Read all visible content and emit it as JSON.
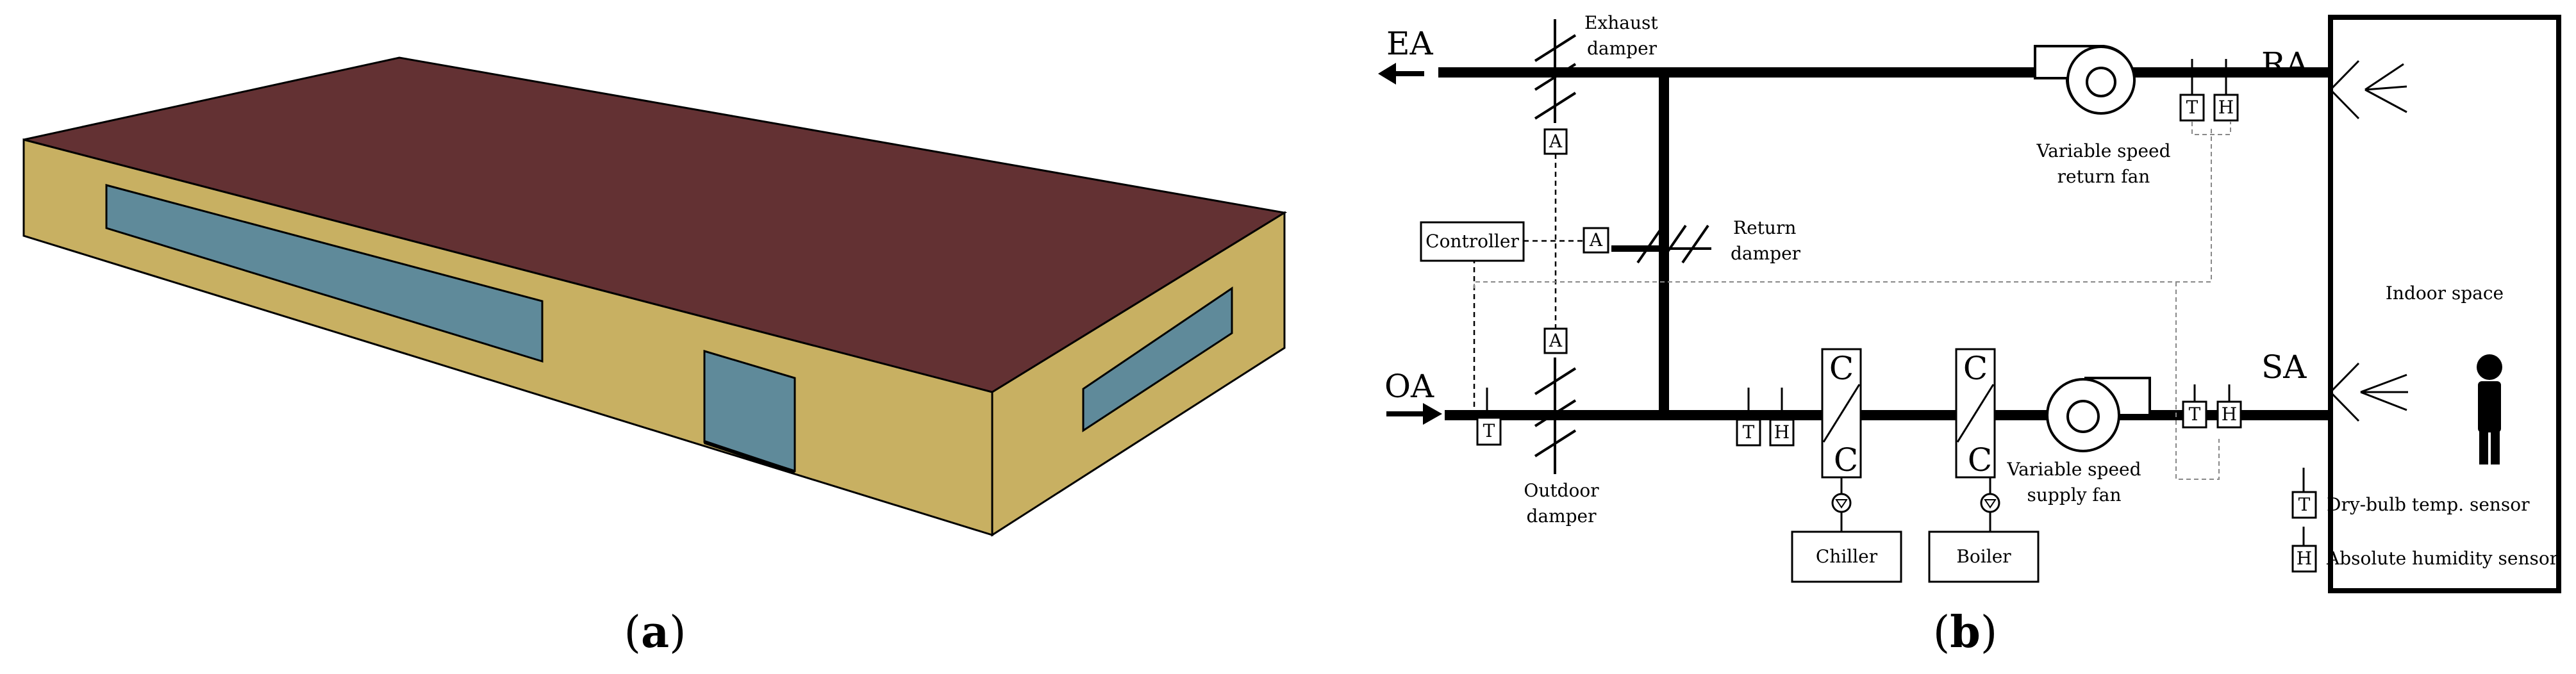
{
  "panel_a": {
    "caption_letter": "a",
    "colors": {
      "roof": "#633133",
      "wall": "#C8B062",
      "window": "#5F8A9A"
    }
  },
  "panel_b": {
    "caption_letter": "b",
    "labels": {
      "ea": "EA",
      "oa": "OA",
      "ra": "RA",
      "sa": "SA",
      "exhaust_damper": [
        "Exhaust",
        "damper"
      ],
      "return_damper": [
        "Return",
        "damper"
      ],
      "outdoor_damper": [
        "Outdoor",
        "damper"
      ],
      "controller": "Controller",
      "actuator": "A",
      "return_fan": [
        "Variable speed",
        "return fan"
      ],
      "supply_fan": [
        "Variable speed",
        "supply fan"
      ],
      "coil": "C",
      "chiller": "Chiller",
      "boiler": "Boiler",
      "indoor_space": "Indoor space",
      "temp_sensor": "T",
      "humidity_sensor": "H"
    },
    "legend": {
      "temp": "Dry-bulb temp. sensor",
      "humidity": "Absolute humidity sensor"
    }
  }
}
